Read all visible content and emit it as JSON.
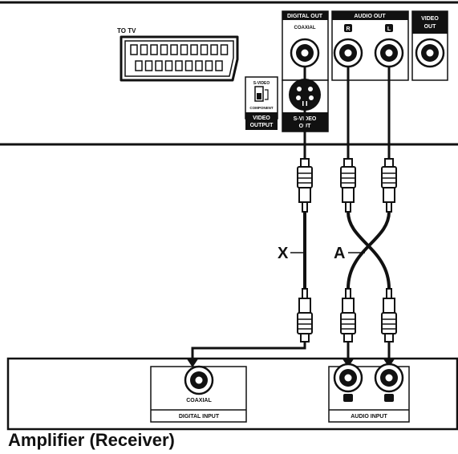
{
  "player": {
    "to_tv_label": "TO TV",
    "svideo_switch_top": "S-VIDEO",
    "svideo_switch_bottom": "COMPONENT",
    "video_output_line1": "VIDEO",
    "video_output_line2": "OUTPUT",
    "digital_out_label": "DIGITAL OUT",
    "coaxial_label": "COAXIAL",
    "audio_out_label": "AUDIO OUT",
    "audio_r_label": "R",
    "audio_l_label": "L",
    "video_out_line1": "VIDEO",
    "video_out_line2": "OUT",
    "svideo_out_line1": "S-VIDEO",
    "svideo_out_line2": "OUT"
  },
  "cables": {
    "x_label": "X",
    "a_label": "A"
  },
  "amplifier": {
    "title": "Amplifier (Receiver)",
    "coaxial_label": "COAXIAL",
    "digital_input_label": "DIGITAL INPUT",
    "audio_input_label": "AUDIO INPUT"
  },
  "colors": {
    "ink": "#111111",
    "paper": "#ffffff"
  }
}
